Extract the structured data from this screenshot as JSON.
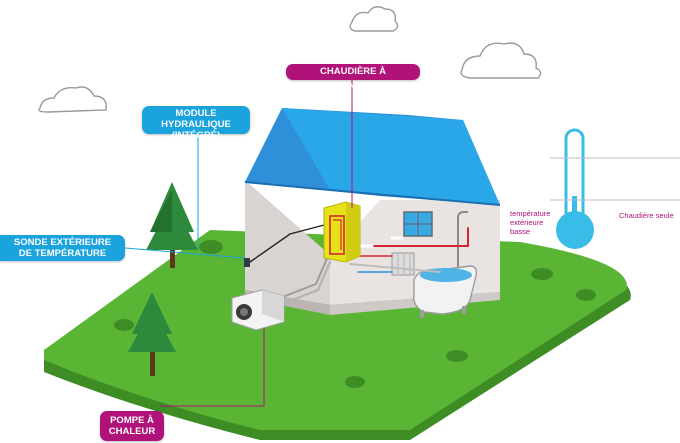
{
  "labels": {
    "chaudiere": "CHAUDIÈRE À CONDENSATION",
    "module_line1": "MODULE HYDRAULIQUE",
    "module_line2": "(INTÉGRÉ)",
    "sonde_line1": "SONDE EXTÉRIEURE",
    "sonde_line2": "DE TEMPÉRATURE",
    "pompe_line1": "POMPE À",
    "pompe_line2": "CHALEUR"
  },
  "thermometer": {
    "temp_line1": "température",
    "temp_line2": "extérieure",
    "temp_line3": "basse",
    "chaudiere_seule": "Chaudière seule"
  },
  "colors": {
    "magenta": "#b0127a",
    "blue": "#1aa3dc",
    "grass": "#5bb535",
    "roof": "#2f8fd8",
    "boiler": "#e6e21a"
  }
}
